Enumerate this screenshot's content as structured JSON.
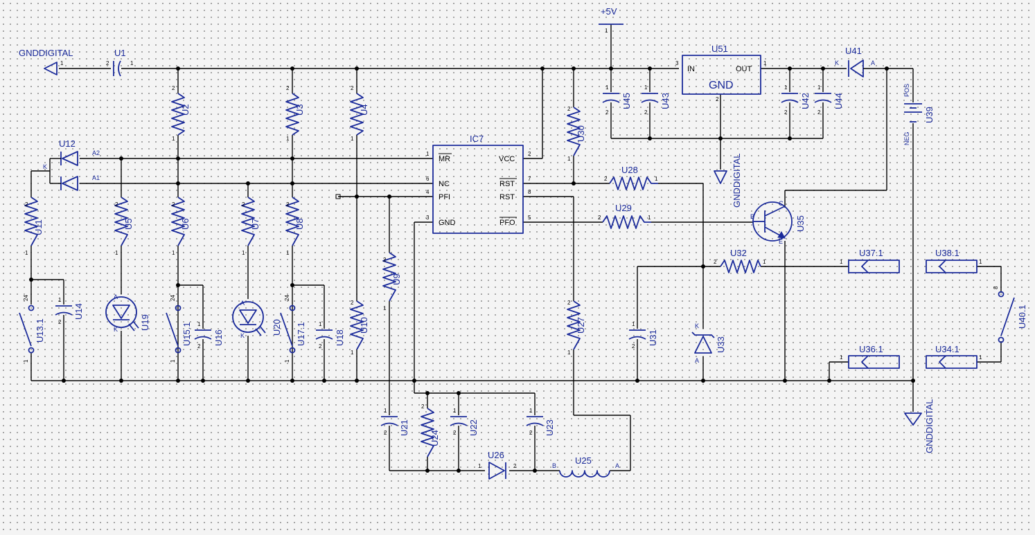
{
  "rails": {
    "vcc": "+5V",
    "gnd": "GNDDIGITAL"
  },
  "ic7": {
    "ref": "IC7",
    "pins": {
      "mr": "MR",
      "nc": "NC",
      "pfi": "PFI",
      "gnd": "GND",
      "vcc": "VCC",
      "rst_bar": "RST",
      "rst": "RST",
      "pfo": "PFO"
    },
    "pin_numbers": {
      "mr": "1",
      "nc": "6",
      "pfi": "4",
      "gnd": "3",
      "vcc": "2",
      "rst_bar": "7",
      "rst": "8",
      "pfo": "5"
    }
  },
  "u51": {
    "ref": "U51",
    "in": "IN",
    "out": "OUT",
    "gnd": "GND"
  },
  "components": {
    "u1": "U1",
    "u2": "U2",
    "u3": "U3",
    "u4": "U4",
    "u5": "U5",
    "u6": "U6",
    "u7": "U7",
    "u8": "U8",
    "u9": "U9",
    "u10": "U10",
    "u11": "U11",
    "u12": "U12",
    "u13": "U13.1",
    "u14": "U14",
    "u15": "U15.1",
    "u16": "U16",
    "u17": "U17.1",
    "u18": "U18",
    "u19": "U19",
    "u20": "U20",
    "u21": "U21",
    "u22": "U22",
    "u23": "U23",
    "u24": "U24",
    "u25": "U25",
    "u26": "U26",
    "u27": "U27",
    "u28": "U28",
    "u29": "U29",
    "u30": "U30",
    "u31": "U31",
    "u32": "U32",
    "u33": "U33",
    "u34": "U34.1",
    "u35": "U35",
    "u36": "U36.1",
    "u37": "U37.1",
    "u38": "U38.1",
    "u39": "U39",
    "u40": "U40.1",
    "u41": "U41",
    "u42": "U42",
    "u43": "U43",
    "u44": "U44",
    "u45": "U45"
  },
  "pin_labels": {
    "a1": "A1",
    "a2": "A2",
    "k": "K",
    "a": "A",
    "b": "B",
    "c": "C",
    "e": "E",
    "pos": "POS",
    "neg": "NEG",
    "n1": "1",
    "n2": "2",
    "n3": "3",
    "n8": "8",
    "n24": "24"
  }
}
